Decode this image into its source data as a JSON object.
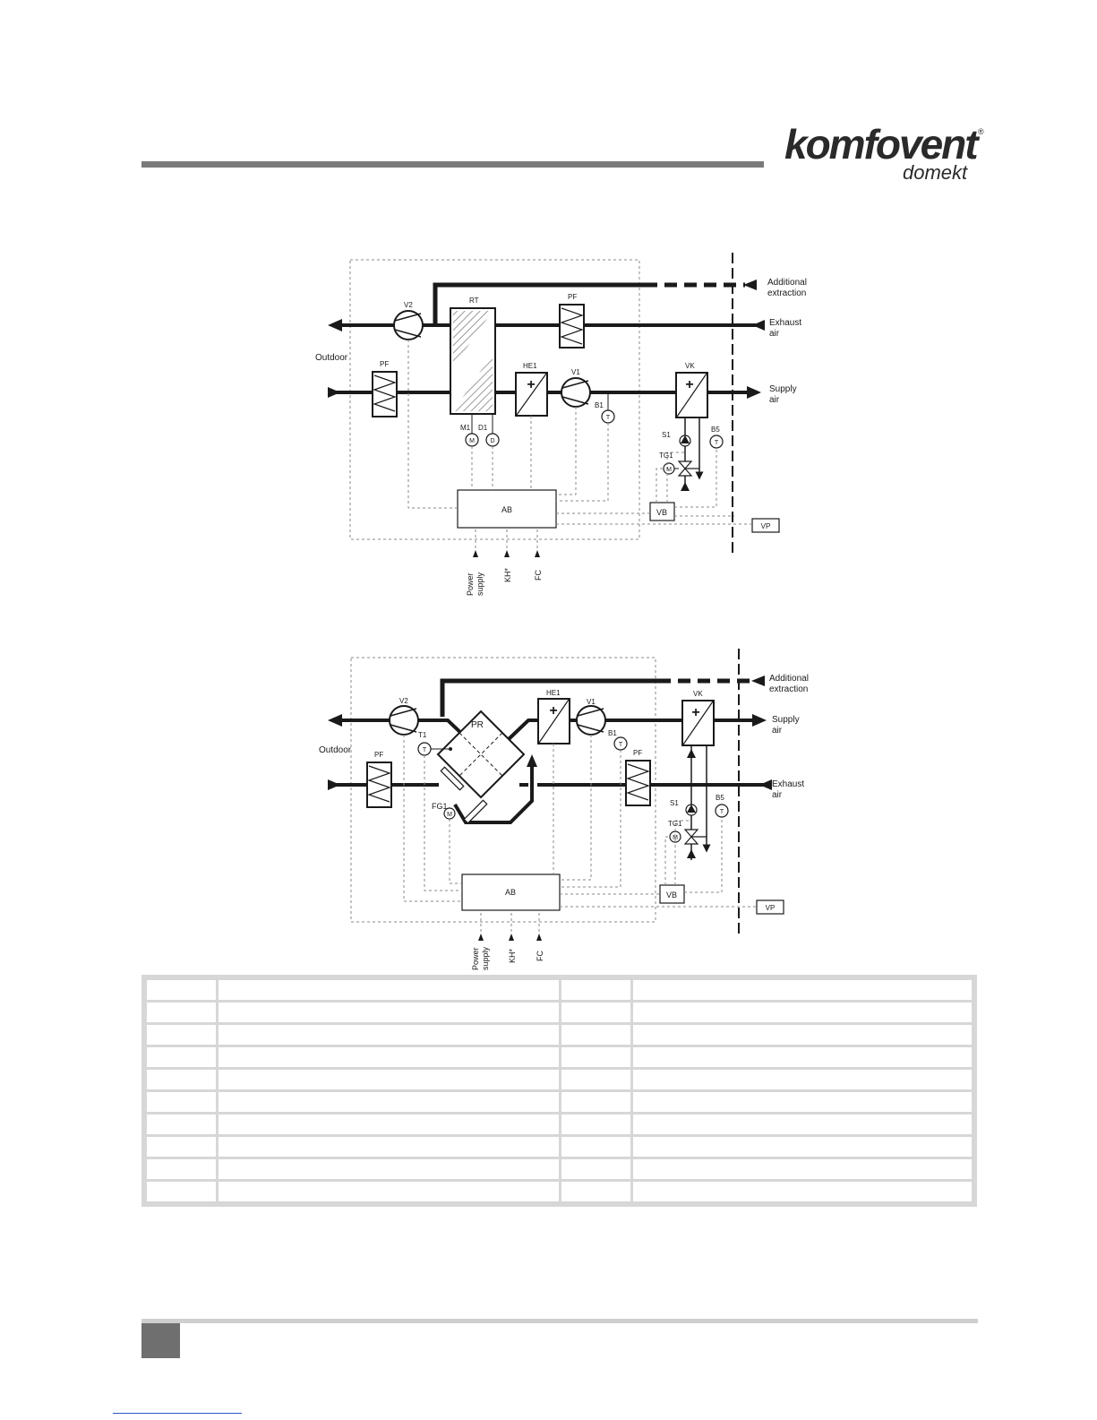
{
  "brand": {
    "name": "komfovent",
    "sub": "domekt",
    "reg": "®"
  },
  "diagram1": {
    "labels": {
      "additional_extraction_1": "Additional",
      "additional_extraction_2": "extraction",
      "exhaust_air_1": "Exhaust",
      "exhaust_air_2": "air",
      "supply_air_1": "Supply",
      "supply_air_2": "air",
      "outdoor": "Outdoor",
      "v2": "V2",
      "rt": "RT",
      "pf_top": "PF",
      "pf_left": "PF",
      "he1": "HE1",
      "v1": "V1",
      "b1": "B1",
      "vk": "VK",
      "m1": "M1",
      "d1": "D1",
      "m": "M",
      "d": "D",
      "t": "T",
      "s1": "S1",
      "b5": "B5",
      "tg1": "TG1",
      "ab": "AB",
      "vb": "VB",
      "vp": "VP",
      "power_1": "Power",
      "power_2": "supply",
      "kh": "KH*",
      "fc": "FC"
    }
  },
  "diagram2": {
    "labels": {
      "additional_extraction_1": "Additional",
      "additional_extraction_2": "extraction",
      "supply_air_1": "Supply",
      "supply_air_2": "air",
      "exhaust_air_1": "Exhaust",
      "exhaust_air_2": "air",
      "outdoor": "Outdoor",
      "v2": "V2",
      "pr": "PR",
      "t1": "T1",
      "t": "T",
      "pf_left": "PF",
      "pf_right": "PF",
      "he1": "HE1",
      "v1": "V1",
      "b1": "B1",
      "vk": "VK",
      "fg1": "FG1",
      "m": "M",
      "s1": "S1",
      "b5": "B5",
      "tg1": "TG1",
      "ab": "AB",
      "vb": "VB",
      "vp": "VP",
      "power_1": "Power",
      "power_2": "supply",
      "kh": "KH*",
      "fc": "FC"
    }
  },
  "legend": {
    "rows": [
      [
        "",
        "",
        "",
        ""
      ],
      [
        "",
        "",
        "",
        ""
      ],
      [
        "",
        "",
        "",
        ""
      ],
      [
        "",
        "",
        "",
        ""
      ],
      [
        "",
        "",
        "",
        ""
      ],
      [
        "",
        "",
        "",
        ""
      ],
      [
        "",
        "",
        "",
        ""
      ],
      [
        "",
        "",
        "",
        ""
      ],
      [
        "",
        "",
        "",
        ""
      ],
      [
        "",
        "",
        "",
        ""
      ]
    ]
  }
}
